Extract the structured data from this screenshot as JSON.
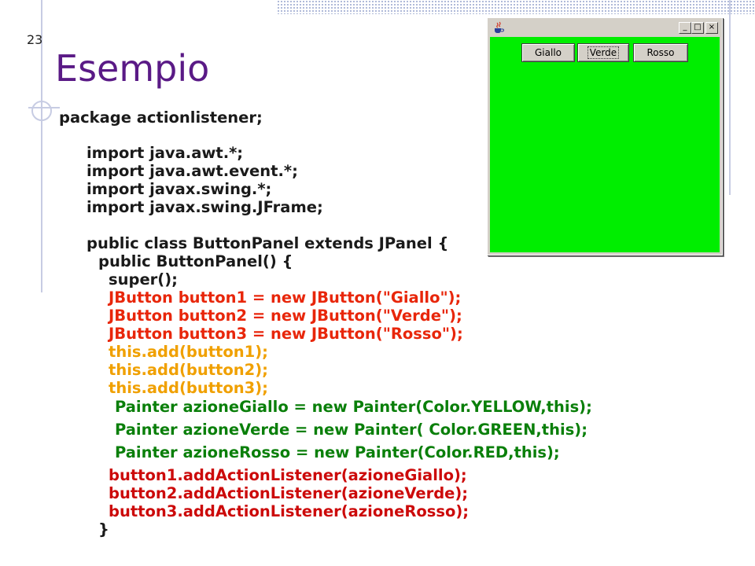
{
  "slide": {
    "number": "23",
    "title": "Esempio"
  },
  "code": {
    "lines": [
      "package actionlistener;",
      "import java.awt.*;",
      "import java.awt.event.*;",
      "import javax.swing.*;",
      "import javax.swing.JFrame;",
      "public class ButtonPanel extends JPanel {",
      "public ButtonPanel() {",
      "super();",
      "JButton button1 = new JButton(\"Giallo\");",
      "JButton button2 = new JButton(\"Verde\");",
      "JButton button3 = new JButton(\"Rosso\");",
      "this.add(button1);",
      "this.add(button2);",
      "this.add(button3);",
      "Painter azioneGiallo = new Painter(Color.YELLOW,this);",
      "Painter azioneVerde = new Painter( Color.GREEN,this);",
      "Painter azioneRosso = new Painter(Color.RED,this);",
      "button1.addActionListener(azioneGiallo);",
      "button2.addActionListener(azioneVerde);",
      "button3.addActionListener(azioneRosso);",
      "}"
    ]
  },
  "window": {
    "controls": [
      "_",
      "□",
      "×"
    ],
    "buttons": [
      "Giallo",
      "Verde",
      "Rosso"
    ],
    "panel_color": "#00ee00"
  },
  "colors": {
    "title": "#5a1a86",
    "red_code": "#e8260a",
    "orange_code": "#f0a000",
    "green_code": "#0a7f0a",
    "crimson_code": "#cc0a0a"
  }
}
